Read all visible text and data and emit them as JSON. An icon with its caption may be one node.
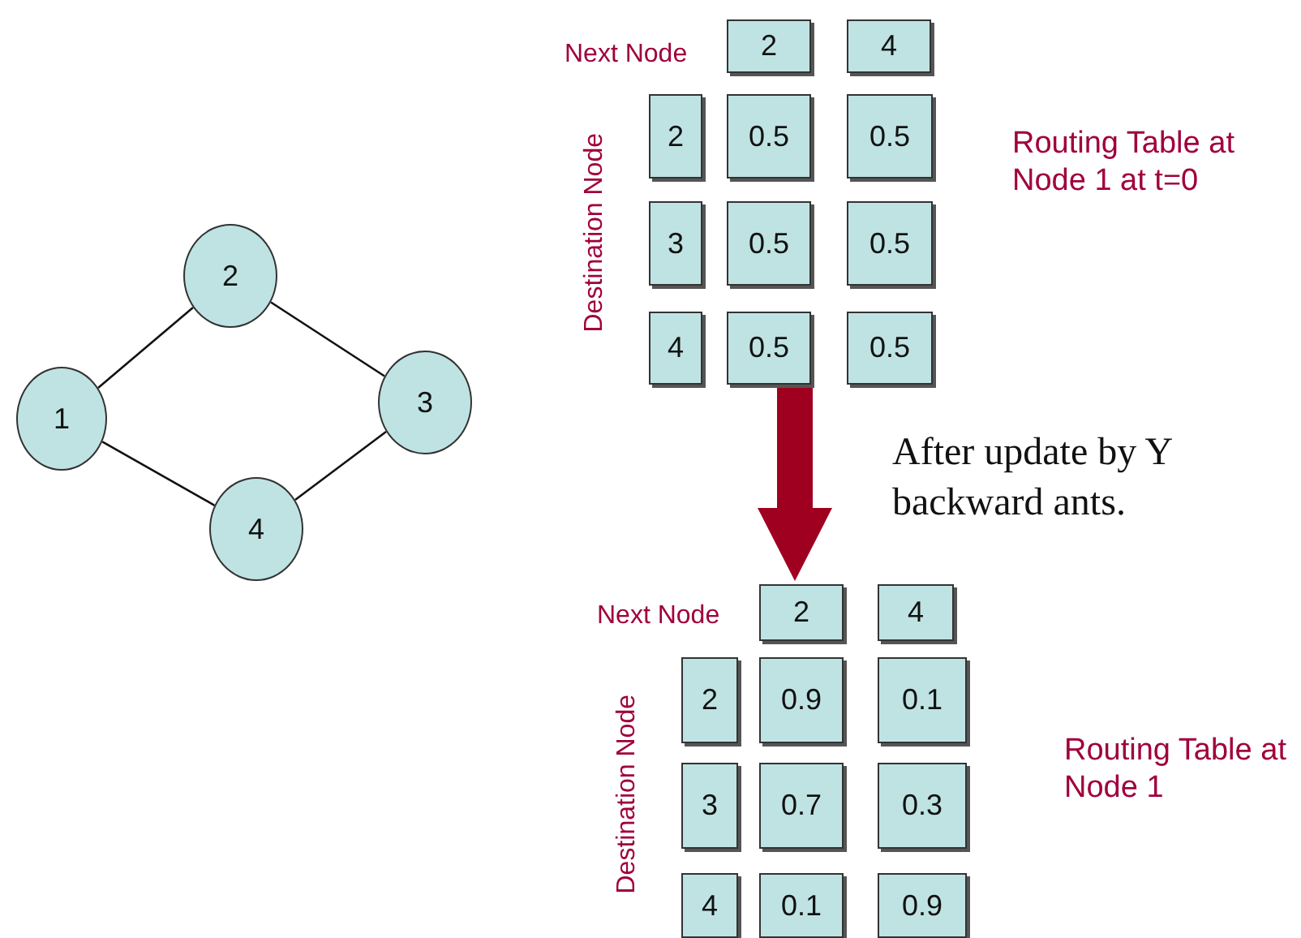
{
  "diagram": {
    "nodes": [
      {
        "text": [
          "1"
        ]
      },
      {
        "text": [
          "2"
        ]
      },
      {
        "text": [
          "3"
        ]
      },
      {
        "text": [
          "4"
        ]
      },
      {
        "text": [
          "2"
        ]
      },
      {
        "text": [
          "4"
        ]
      },
      {
        "text": [
          "2"
        ]
      },
      {
        "text": [
          "0.5"
        ]
      },
      {
        "text": [
          "0.5"
        ]
      },
      {
        "text": [
          "3"
        ]
      },
      {
        "text": [
          "0.5"
        ]
      },
      {
        "text": [
          "0.5"
        ]
      },
      {
        "text": [
          "4"
        ]
      },
      {
        "text": [
          "0.5"
        ]
      },
      {
        "text": [
          "0.5"
        ]
      },
      {
        "text": [
          "2"
        ]
      },
      {
        "text": [
          "4"
        ]
      },
      {
        "text": [
          "2"
        ]
      },
      {
        "text": [
          "0.9"
        ]
      },
      {
        "text": [
          "0.1"
        ]
      },
      {
        "text": [
          "3"
        ]
      },
      {
        "text": [
          "0.7"
        ]
      },
      {
        "text": [
          "0.3"
        ]
      },
      {
        "text": [
          "4"
        ]
      },
      {
        "text": [
          "0.1"
        ]
      },
      {
        "text": [
          "0.9"
        ]
      }
    ],
    "edges": [
      {
        "from": 0,
        "to": 1,
        "arrow": "none"
      },
      {
        "from": 1,
        "to": 2,
        "arrow": "none"
      },
      {
        "from": 2,
        "to": 3,
        "arrow": "none"
      },
      {
        "from": 3,
        "to": 0,
        "arrow": "none"
      },
      {
        "from": 13,
        "to": 15,
        "arrow": "to",
        "style": "thick",
        "color": "#a00020"
      }
    ],
    "labels": [
      "Next Node",
      "Destination Node",
      "Routing Table at Node 1 at t=0",
      "After update by Y backward ants.",
      "Next Node",
      "Destination Node",
      "Routing Table at Node 1"
    ]
  }
}
